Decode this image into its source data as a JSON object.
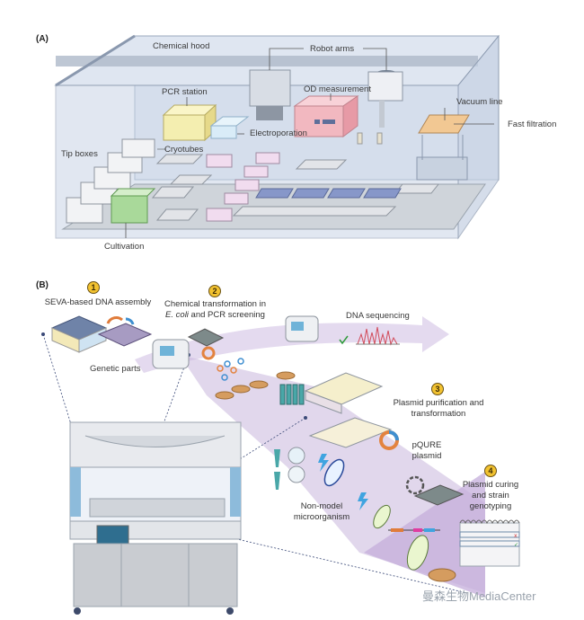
{
  "panel_a": {
    "tag": "(A)",
    "labels": {
      "chemical_hood": "Chemical hood",
      "robot_arms": "Robot arms",
      "pcr_station": "PCR station",
      "od_measurement": "OD measurement",
      "electroporation": "Electroporation",
      "vacuum_line": "Vacuum line",
      "fast_filtration": "Fast filtration",
      "cryotubes": "Cryotubes",
      "tip_boxes": "Tip boxes",
      "cultivation": "Cultivation"
    }
  },
  "panel_b": {
    "tag": "(B)",
    "steps": [
      {
        "number": "1",
        "title": "SEVA-based DNA assembly"
      },
      {
        "number": "2",
        "title_line1": "Chemical transformation in",
        "title_line2_italic": "E. coli",
        "title_line2_rest": " and PCR screening"
      },
      {
        "number": "3",
        "title_line1": "Plasmid purification and",
        "title_line2": "transformation"
      },
      {
        "number": "4",
        "title_line1": "Plasmid curing",
        "title_line2": "and strain",
        "title_line3": "genotyping"
      }
    ],
    "labels": {
      "genetic_parts": "Genetic parts",
      "dna_sequencing": "DNA sequencing",
      "pqure_line1": "pQURE",
      "pqure_line2": "plasmid",
      "non_model_line1": "Non-model",
      "non_model_line2": "microorganism"
    }
  },
  "colors": {
    "badge": "#f2c230",
    "flow_arrow": "#c9b6dc",
    "hood_glass": "#d6e0ee",
    "pcr_box": "#f4eeb0",
    "od_box": "#f2b8c0",
    "cultivation_box": "#a9d99a"
  },
  "watermark": "曼森生物MediaCenter"
}
